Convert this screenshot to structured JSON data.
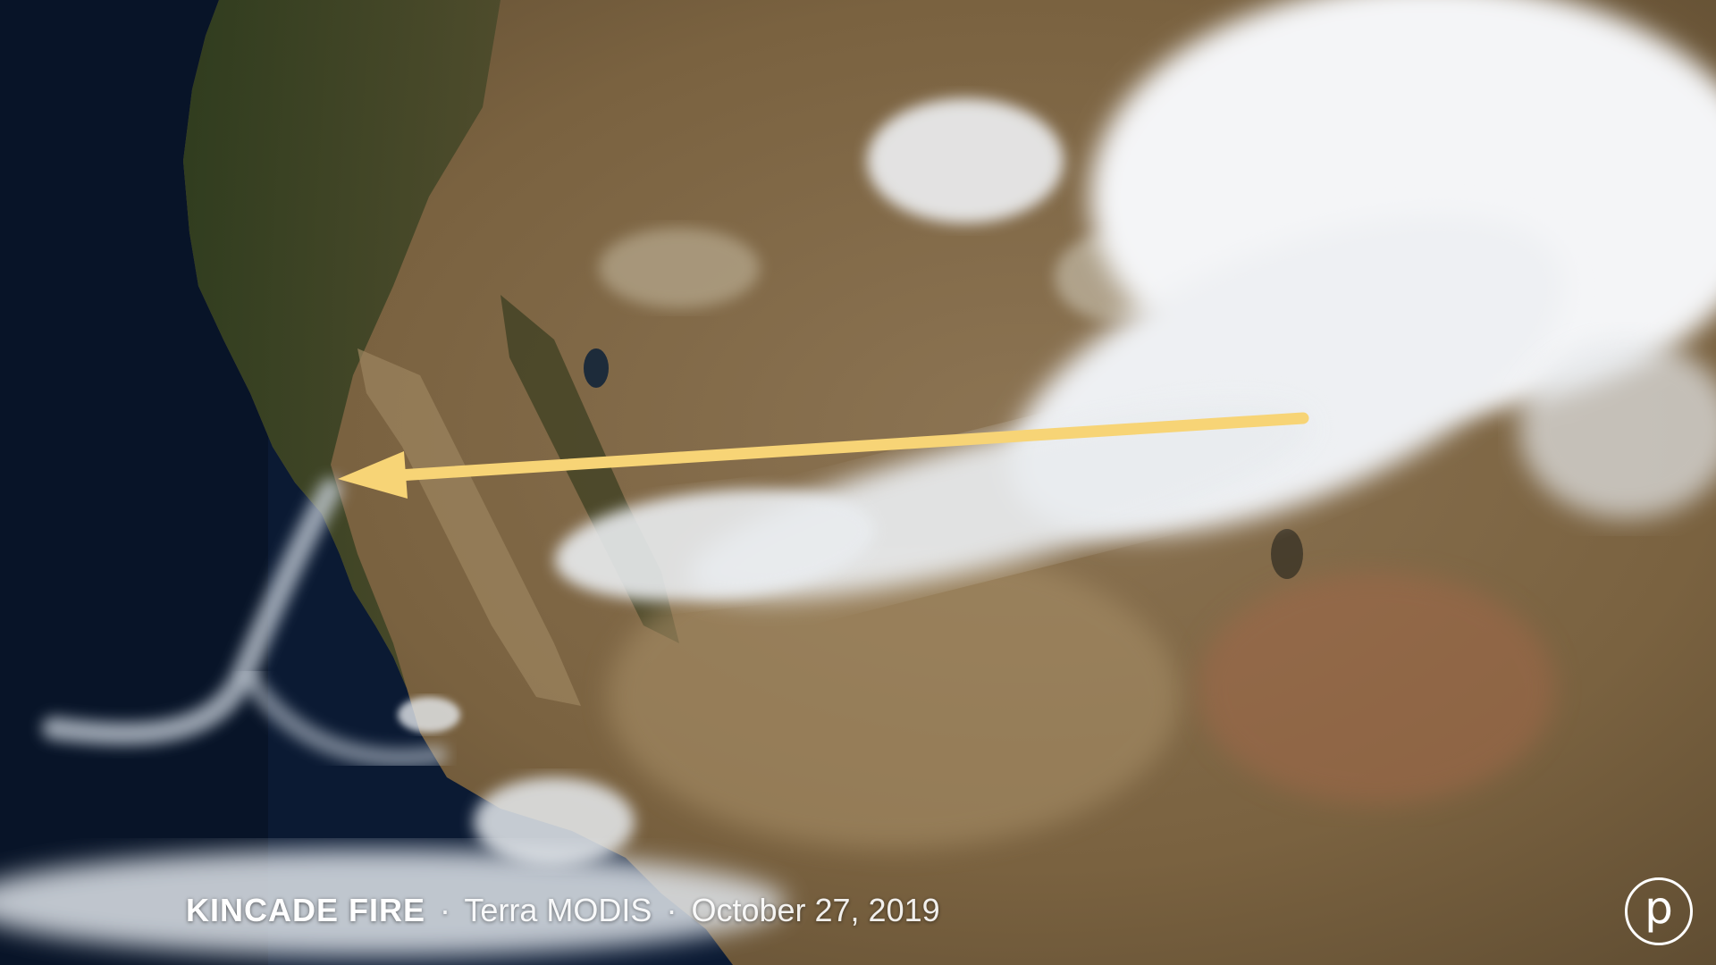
{
  "caption": {
    "title": "KINCADE FIRE",
    "separator": "·",
    "source": "Terra MODIS",
    "date": "October 27, 2019"
  },
  "logo": {
    "glyph": "p",
    "icon": "publisher-logo-icon"
  },
  "colors": {
    "ocean": "#0b1a33",
    "land": "#7a6240",
    "forest": "#2f3d1f",
    "cloud": "#f4f5f7",
    "arrow": "#f7d476",
    "smoke": "#c9d2dc"
  }
}
